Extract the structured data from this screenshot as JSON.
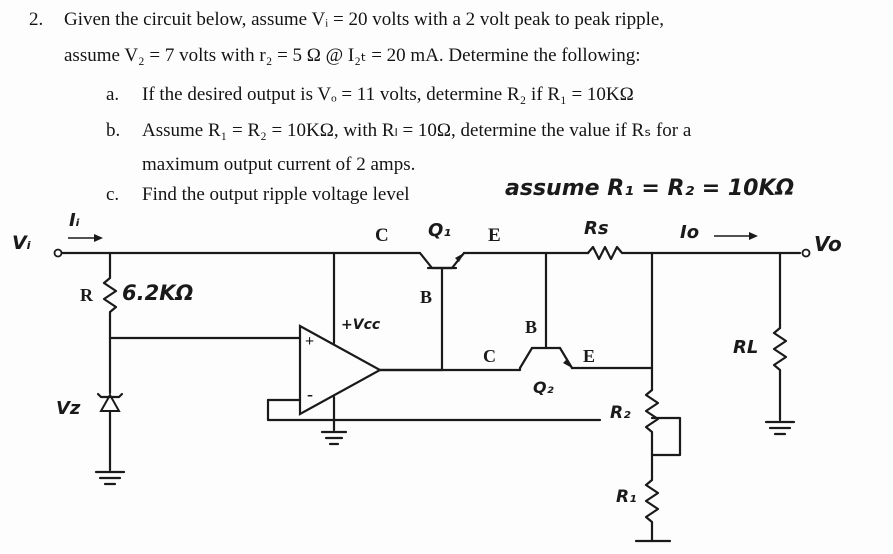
{
  "problem": {
    "number": "2.",
    "line1": "Given the circuit below, assume Vᵢ = 20 volts with a 2 volt peak to peak ripple,",
    "line2": "assume V₂ = 7 volts with r₂ = 5 Ω @ I₂ₜ = 20 mA. Determine the following:",
    "a_label": "a.",
    "a_text": "If the desired output is Vₒ = 11 volts, determine R₂ if R₁ = 10KΩ",
    "b_label": "b.",
    "b_text": "Assume R₁ = R₂ = 10KΩ, with Rₗ = 10Ω, determine the value if Rₛ for a",
    "b_text2": "maximum output current of 2 amps.",
    "c_label": "c.",
    "c_text": "Find the output ripple voltage level",
    "c_note": "assume R₁ = R₂ = 10KΩ"
  },
  "circuit": {
    "vi": "Vᵢ",
    "ii": "Iᵢ",
    "vo": "Vo",
    "io": "Io",
    "r_label": "R",
    "r_value": "6.2KΩ",
    "vz": "Vz",
    "q1": "Q₁",
    "q1_c": "C",
    "q1_e": "E",
    "q1_b": "B",
    "q2": "Q₂",
    "q2_c": "C",
    "q2_e": "E",
    "q2_b": "B",
    "rs": "Rs",
    "vcc": "+Vcc",
    "plus": "+",
    "minus": "-",
    "rl": "RL",
    "r2": "R₂",
    "r1": "R₁"
  }
}
